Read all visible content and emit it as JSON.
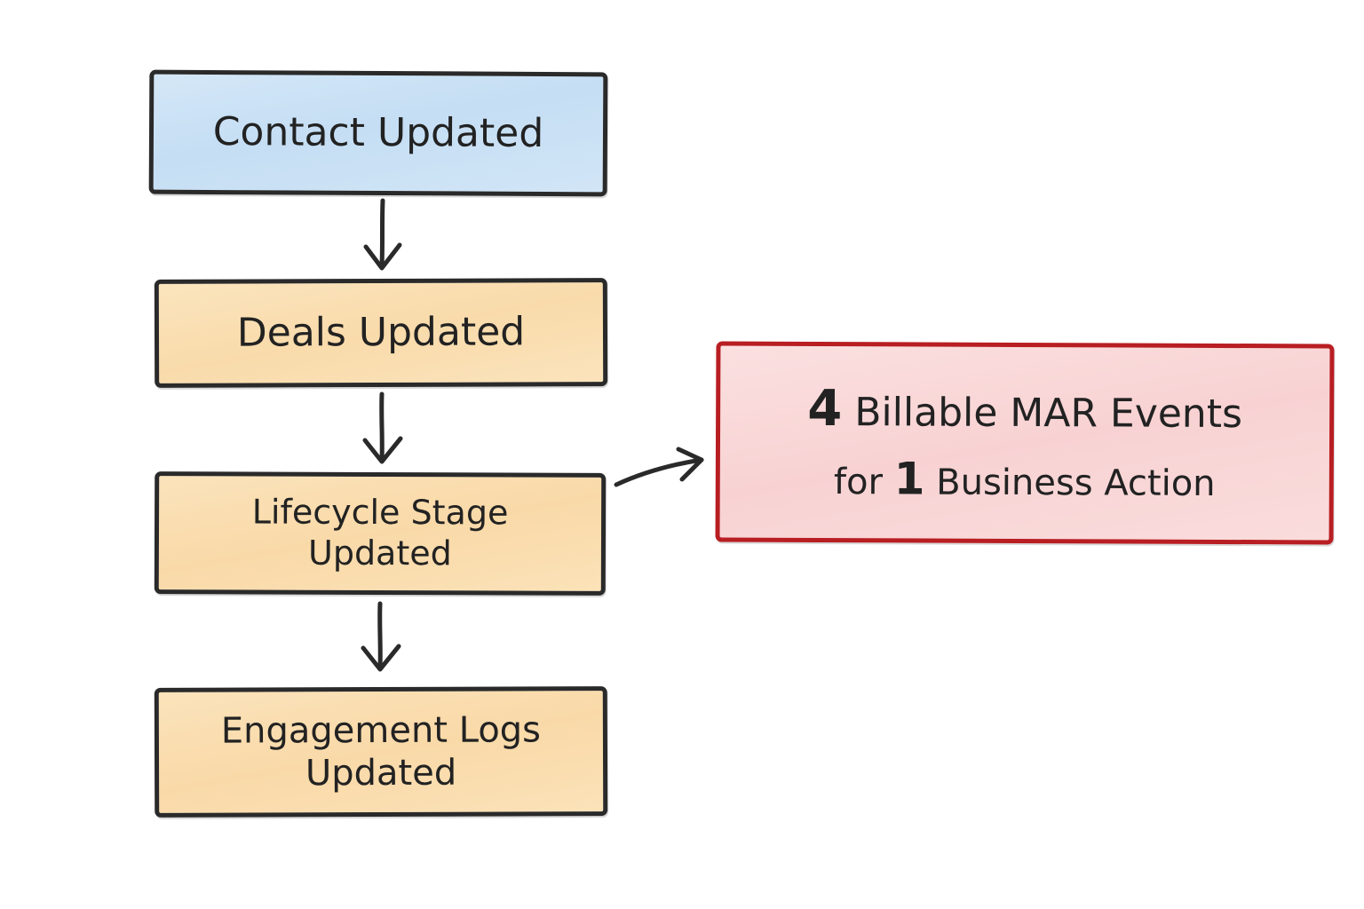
{
  "flow": {
    "contact": {
      "label": "Contact Updated"
    },
    "deals": {
      "label": "Deals Updated"
    },
    "lifecycle": {
      "line1": "Lifecycle Stage",
      "line2": "Updated"
    },
    "engagement": {
      "line1": "Engagement Logs",
      "line2": "Updated"
    }
  },
  "result": {
    "count": "4",
    "line1_text": " Billable MAR Events",
    "line2_prefix": "for ",
    "action_count": "1",
    "line2_suffix": " Business Action"
  },
  "colors": {
    "stroke": "#2a2a2a",
    "contact_fill": "#c5def4",
    "step_fill": "#f9dbab",
    "result_fill": "#f8d2d3",
    "result_border": "#b81e22"
  }
}
